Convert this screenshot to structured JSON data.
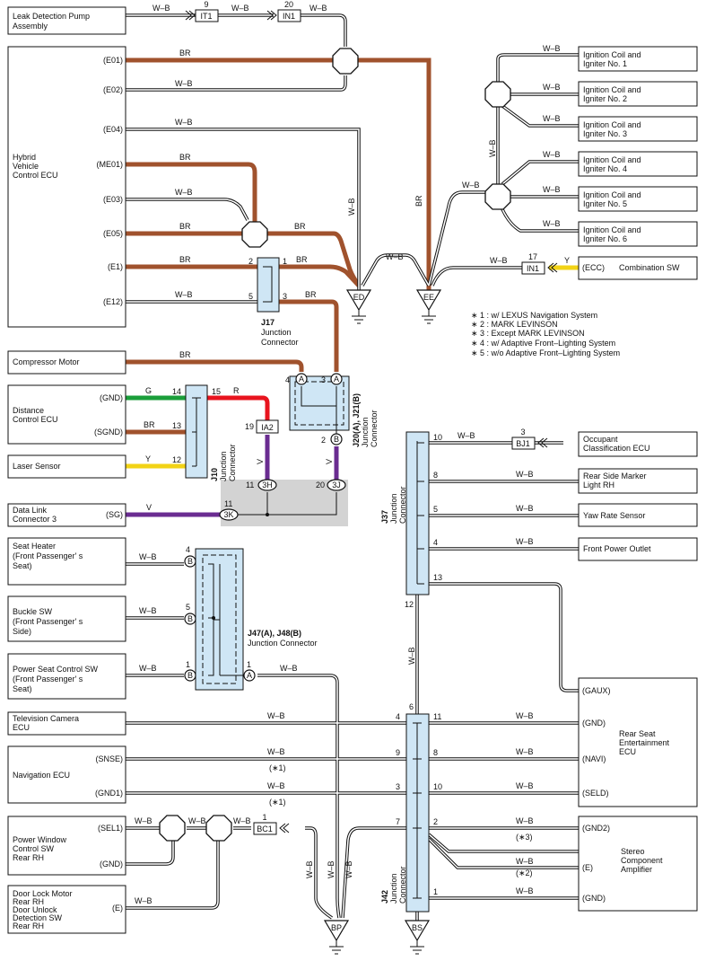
{
  "components": {
    "leak_pump": [
      "Leak Detection Pump",
      "Assembly"
    ],
    "hv_ecu": [
      "Hybrid",
      "Vehicle",
      "Control ECU"
    ],
    "compressor": "Compressor Motor",
    "distance_ecu": [
      "Distance",
      "Control ECU"
    ],
    "laser": "Laser Sensor",
    "dlc3": [
      "Data Link",
      "Connector 3"
    ],
    "seat_heater": [
      "Seat Heater",
      "(Front Passenger' s",
      " Seat)"
    ],
    "buckle": [
      "Buckle SW",
      "(Front Passenger' s",
      " Side)"
    ],
    "power_seat": [
      "Power Seat Control SW",
      "(Front Passenger' s",
      " Seat)"
    ],
    "tv_camera": [
      "Television Camera",
      "ECU"
    ],
    "nav_ecu": "Navigation ECU",
    "power_window": [
      "Power Window",
      "Control SW",
      "Rear RH"
    ],
    "door_lock": [
      "Door Lock Motor",
      "Rear RH",
      "Door Unlock",
      "Detection SW",
      "Rear RH"
    ],
    "coil1": [
      "Ignition Coil and",
      "Igniter No. 1"
    ],
    "coil2": [
      "Ignition Coil and",
      "Igniter No. 2"
    ],
    "coil3": [
      "Ignition Coil and",
      "Igniter No. 3"
    ],
    "coil4": [
      "Ignition Coil and",
      "Igniter No. 4"
    ],
    "coil5": [
      "Ignition Coil and",
      "Igniter No. 5"
    ],
    "coil6": [
      "Ignition Coil and",
      "Igniter No. 6"
    ],
    "combination_sw": "Combination SW",
    "occupant": [
      "Occupant",
      "Classification ECU"
    ],
    "side_marker": [
      "Rear Side Marker",
      "Light RH"
    ],
    "yaw": "Yaw Rate Sensor",
    "power_outlet": "Front Power Outlet",
    "rse": [
      "Rear Seat",
      "Entertainment",
      "ECU"
    ],
    "stereo": [
      "Stereo",
      "Component",
      "Amplifier"
    ]
  },
  "terminals": {
    "e01": "(E01)",
    "e02": "(E02)",
    "e04": "(E04)",
    "me01": "(ME01)",
    "e03": "(E03)",
    "e05": "(E05)",
    "e1": "(E1)",
    "e12": "(E12)",
    "gnd": "(GND)",
    "sgnd": "(SGND)",
    "sg": "(SG)",
    "snse": "(SNSE)",
    "gnd1": "(GND1)",
    "sel1": "(SEL1)",
    "e": "(E)",
    "ecc": "(ECC)",
    "gaux": "(GAUX)",
    "navi": "(NAVI)",
    "seld": "(SELD)",
    "gnd2": "(GND2)"
  },
  "wire_colors": {
    "wb": "W–B",
    "br": "BR",
    "g": "G",
    "r": "R",
    "y": "Y",
    "v": "V"
  },
  "colors": {
    "brown": "#a0522d",
    "green": "#1a9e3a",
    "red": "#e8141e",
    "yellow": "#f2d316",
    "violet": "#6a2c91",
    "connector_fill": "#cfe6f5",
    "shade": "#d3d3d3"
  },
  "connectors": {
    "j17": [
      "J17",
      "Junction",
      "Connector"
    ],
    "j10": [
      "J10",
      "Junction",
      "Connector"
    ],
    "j20": [
      "J20(A), J21(B)",
      "Junction",
      "Connector"
    ],
    "j37": [
      "J37",
      "Junction",
      "Connector"
    ],
    "j47": [
      "J47(A), J48(B)",
      "Junction Connector"
    ],
    "j42": [
      "J42",
      "Junction",
      "Connector"
    ]
  },
  "codes": {
    "it1": "IT1",
    "in1": "IN1",
    "ia2": "IA2",
    "h3": "3H",
    "j3": "3J",
    "k3": "3K",
    "bj1": "BJ1",
    "bc1": "BC1",
    "a": "A",
    "b": "B"
  },
  "grounds": {
    "ed": "ED",
    "ee": "EE",
    "bp": "BP",
    "bs": "BS"
  },
  "pins": {
    "p1": "1",
    "p2": "2",
    "p3": "3",
    "p4": "4",
    "p5": "5",
    "p6": "6",
    "p7": "7",
    "p8": "8",
    "p9": "9",
    "p10": "10",
    "p11": "11",
    "p12": "12",
    "p13": "13",
    "p14": "14",
    "p15": "15",
    "p17": "17",
    "p19": "19",
    "p20": "20"
  },
  "notes": {
    "n1": "∗ 1 : w/ LEXUS Navigation System",
    "n2": "∗ 2 : MARK LEVINSON",
    "n3": "∗ 3 : Except MARK LEVINSON",
    "n4": "∗ 4 : w/ Adaptive Front–Lighting System",
    "n5": "∗ 5 : w/o Adaptive Front–Lighting System"
  },
  "marks": {
    "s1": "(∗1)",
    "s2": "(∗2)",
    "s3": "(∗3)"
  }
}
